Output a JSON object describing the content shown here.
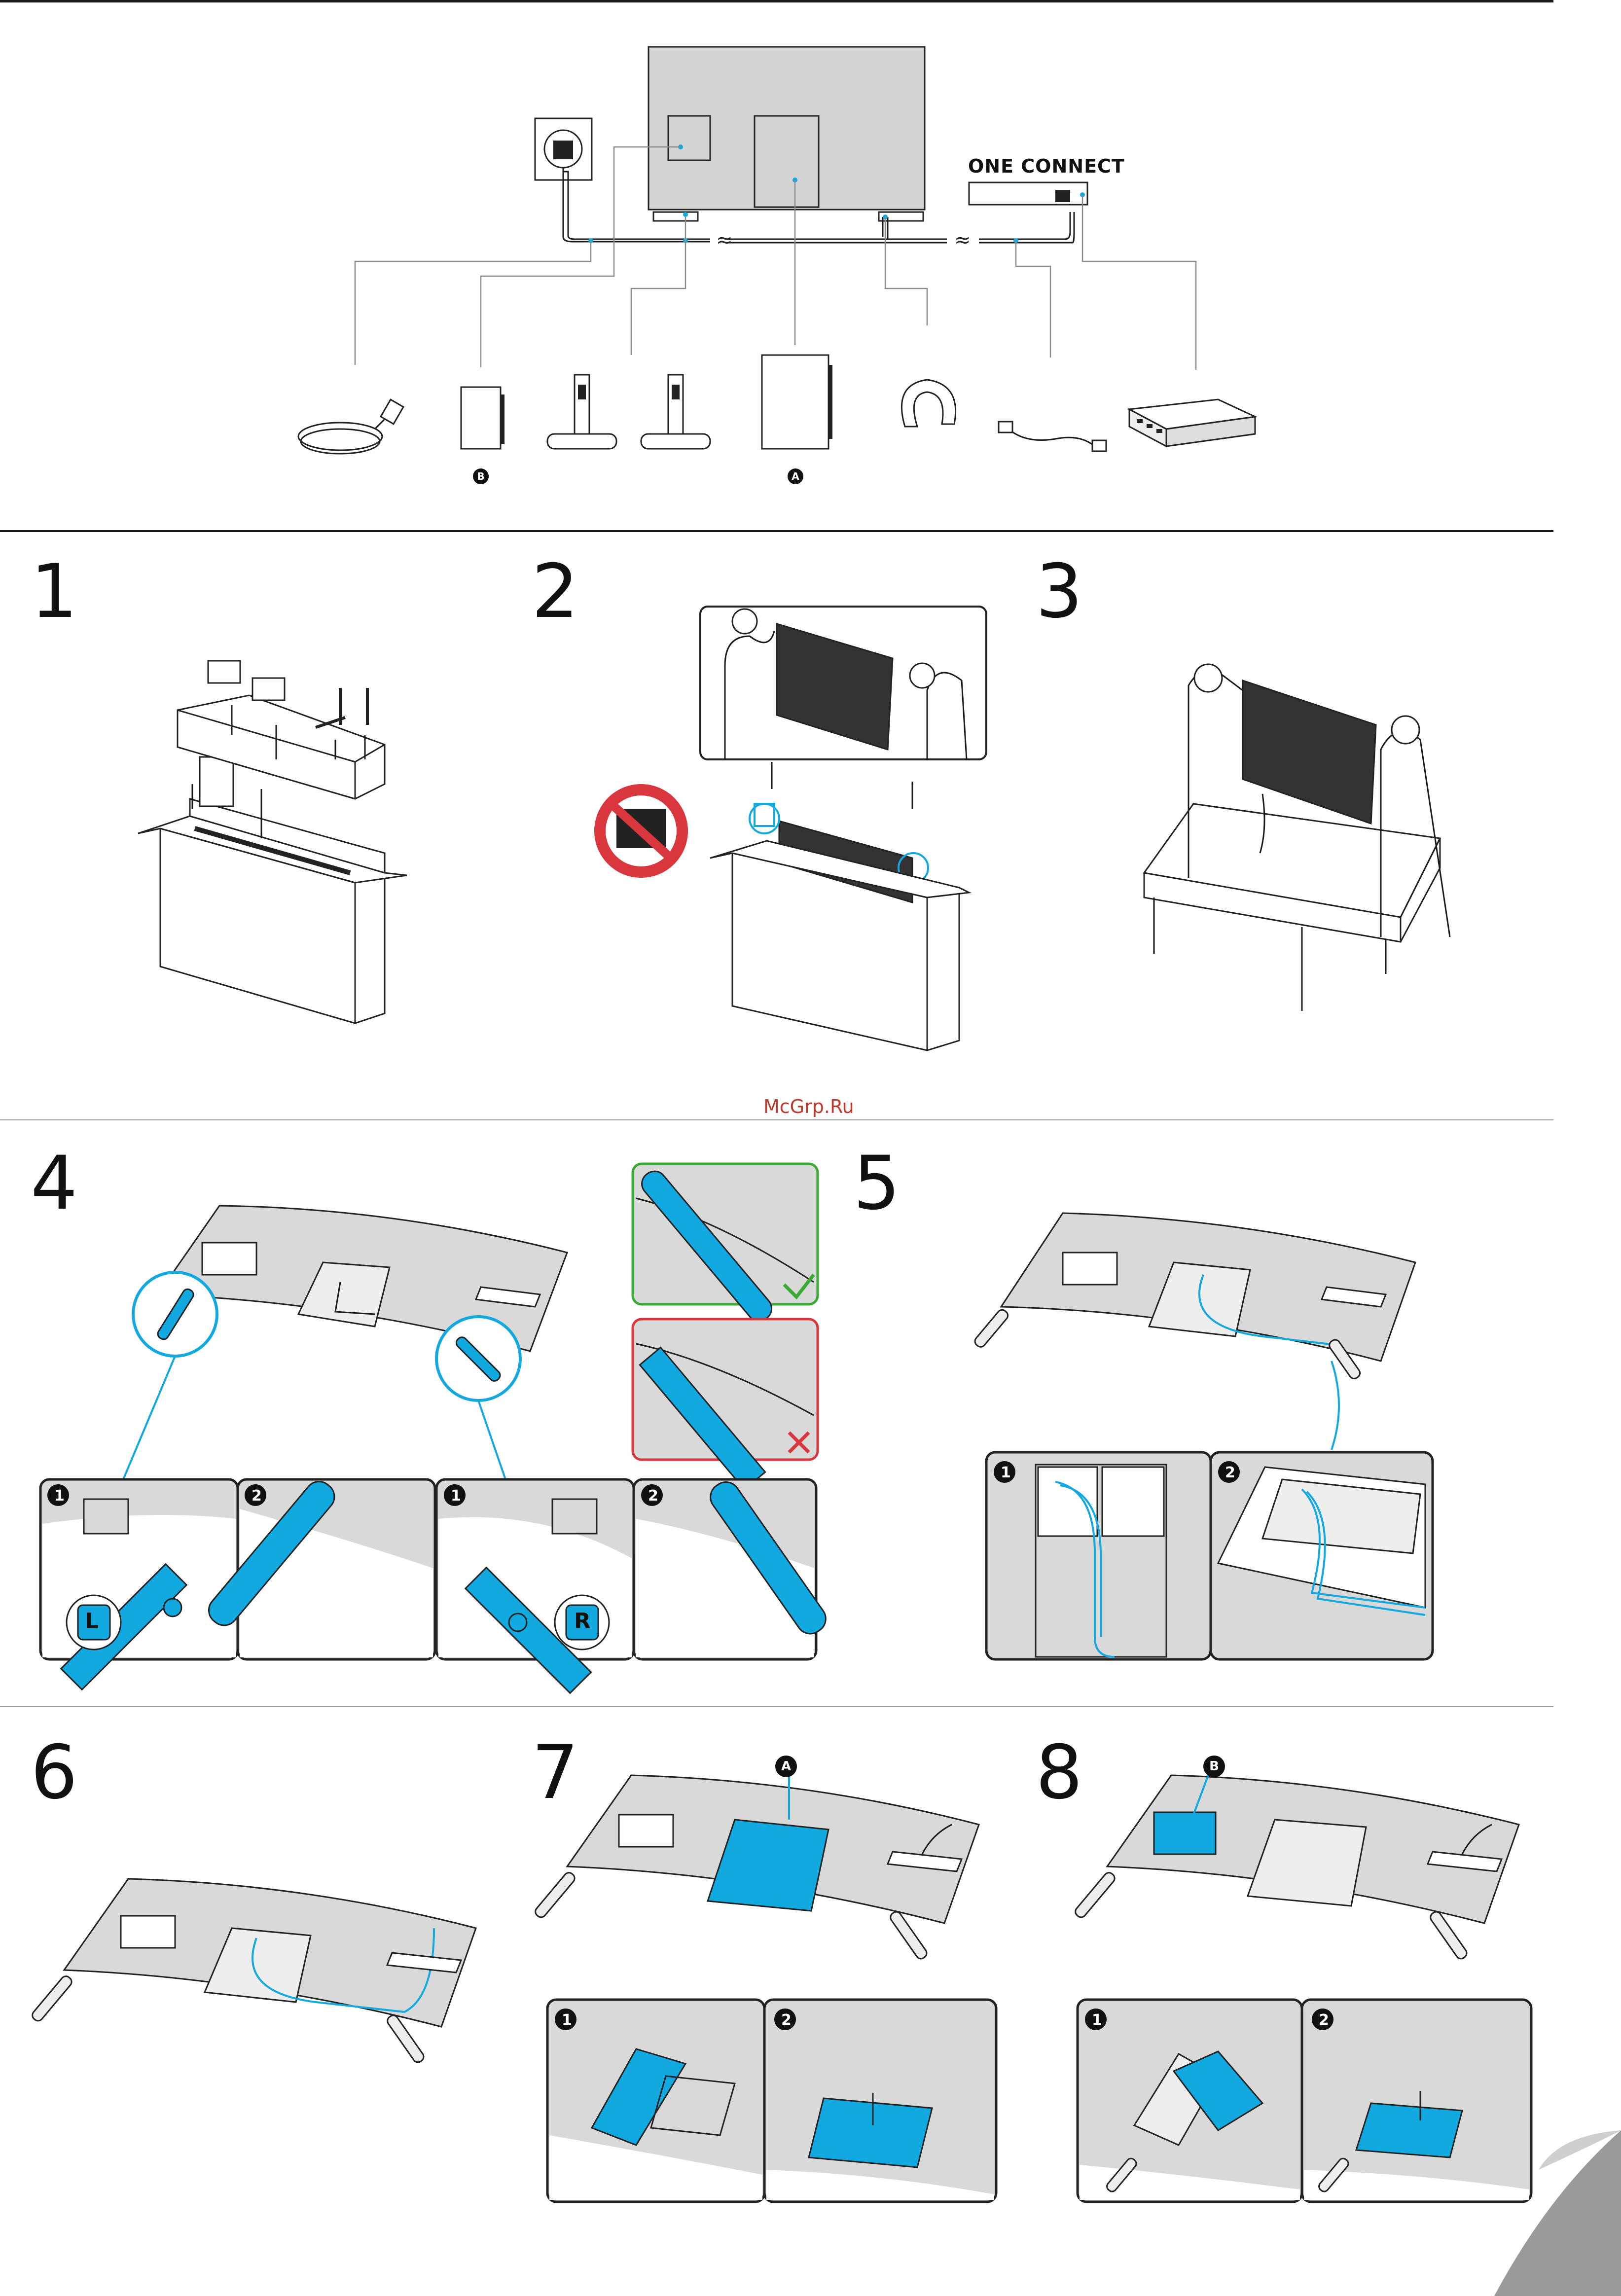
{
  "components": {
    "one_connect_label": "ONE CONNECT",
    "badge_b": "B",
    "badge_a": "A"
  },
  "steps": {
    "s1": "1",
    "s2": "2",
    "s3": "3",
    "s4": "4",
    "s5": "5",
    "s6": "6",
    "s7": "7",
    "s8": "8"
  },
  "sub_steps": {
    "one": "1",
    "two": "2"
  },
  "stand_labels": {
    "left": "L",
    "right": "R"
  },
  "callouts": {
    "a": "A",
    "b": "B"
  },
  "watermark": "McGrp.Ru",
  "colors": {
    "accent": "#12a8e0",
    "ok": "#3aaa35",
    "error": "#d9363e",
    "gray_panel": "#d9d9d9"
  }
}
